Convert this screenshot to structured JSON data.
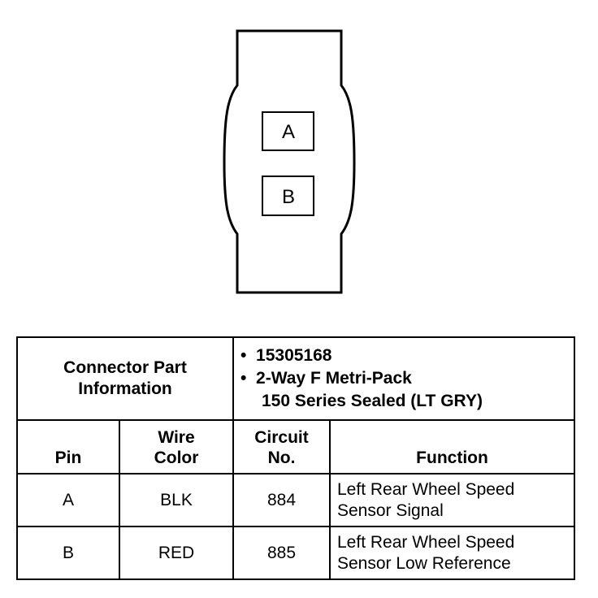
{
  "connector": {
    "pins": [
      {
        "label": "A"
      },
      {
        "label": "B"
      }
    ]
  },
  "table": {
    "info_label_line1": "Connector Part",
    "info_label_line2": "Information",
    "part_number": "15305168",
    "description_line1": "2-Way F Metri-Pack",
    "description_line2": "150 Series Sealed (LT GRY)",
    "headers": {
      "pin": "Pin",
      "wire_color_line1": "Wire",
      "wire_color_line2": "Color",
      "circuit_line1": "Circuit",
      "circuit_line2": "No.",
      "function": "Function"
    },
    "rows": [
      {
        "pin": "A",
        "wire_color": "BLK",
        "circuit": "884",
        "function_line1": "Left Rear Wheel Speed",
        "function_line2": "Sensor Signal"
      },
      {
        "pin": "B",
        "wire_color": "RED",
        "circuit": "885",
        "function_line1": "Left Rear Wheel Speed",
        "function_line2": "Sensor Low Reference"
      }
    ]
  }
}
